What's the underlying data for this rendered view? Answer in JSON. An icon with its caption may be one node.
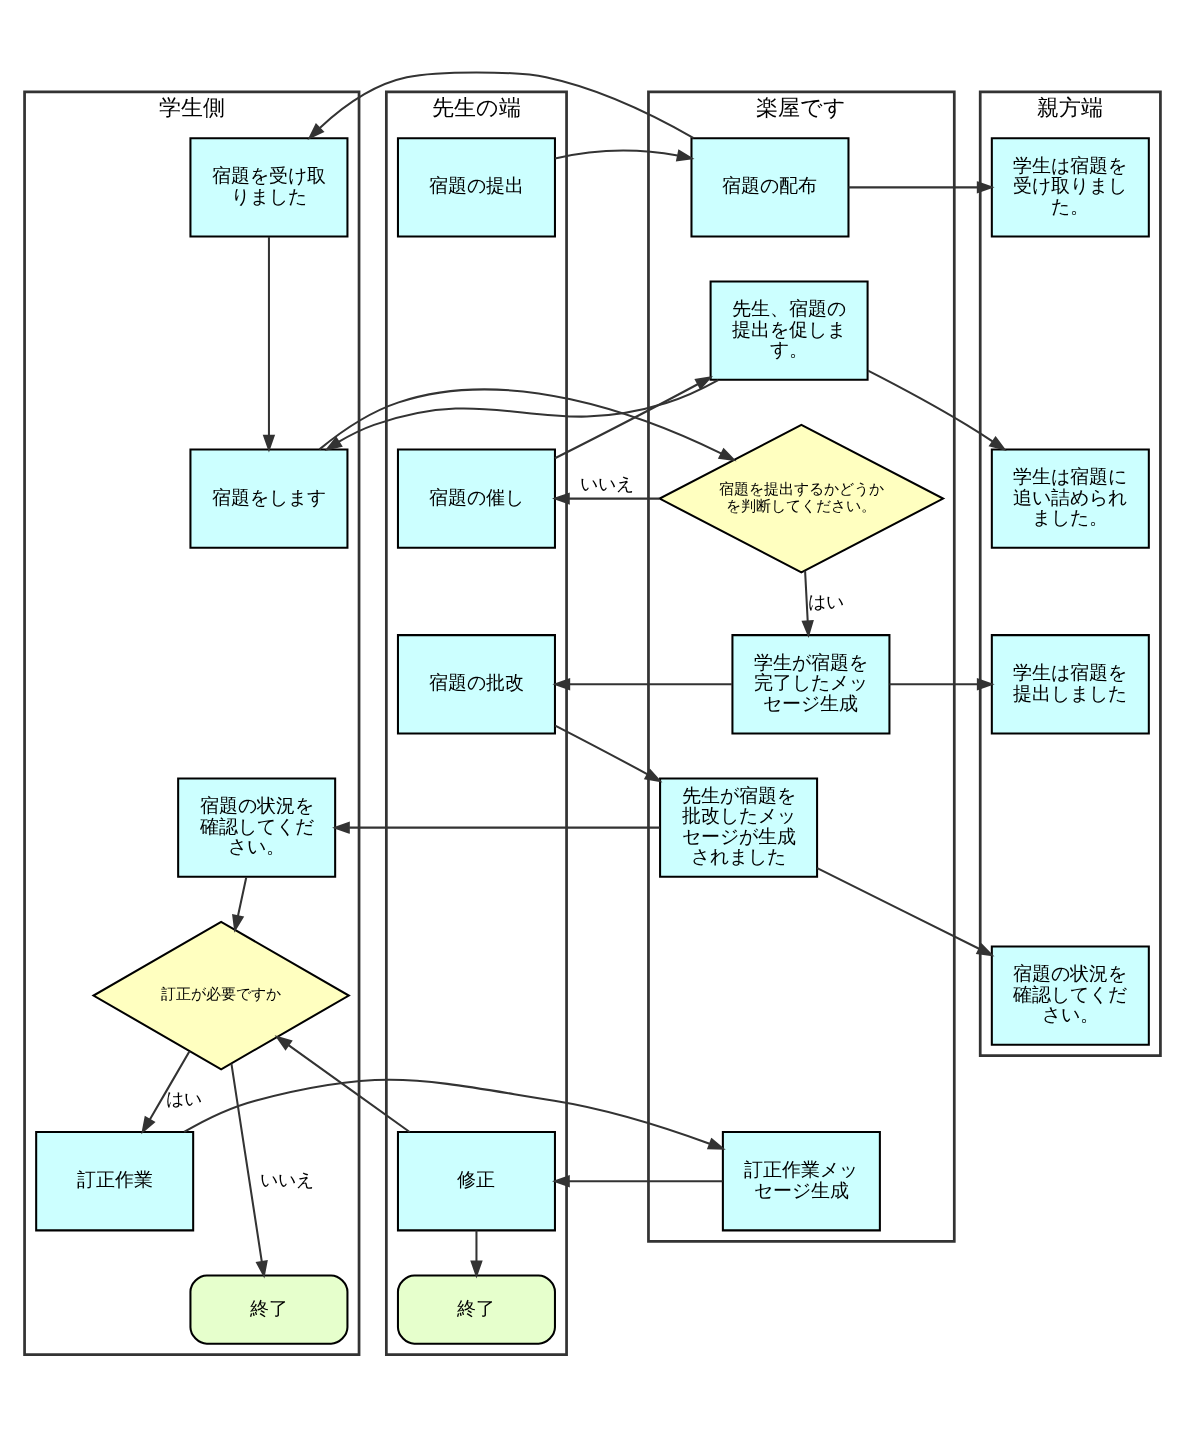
{
  "diagram": {
    "nodes": [
      {
        "text": [
          "先生の端"
        ]
      },
      {
        "text": [
          "楽屋です"
        ]
      },
      {
        "text": [
          "学生側"
        ]
      },
      {
        "text": [
          "親方端"
        ]
      },
      {
        "text": [
          "宿題の提出"
        ],
        "in": 0
      },
      {
        "text": [
          "宿題の配布"
        ],
        "in": 1
      },
      {
        "text": [
          "宿題を受け取りました"
        ],
        "in": 2
      },
      {
        "text": [
          "学生は宿題を受け取りました。"
        ],
        "in": 3
      },
      {
        "text": [
          "先生、宿題の提出を促します。"
        ],
        "in": 1
      },
      {
        "text": [
          "宿題の催し"
        ],
        "in": 0
      },
      {
        "text": [
          "宿題を提出するかどうかを判断してください。"
        ],
        "in": 1
      },
      {
        "text": [
          "宿題をします"
        ],
        "in": 2
      },
      {
        "text": [
          "学生は宿題に追い詰められました。"
        ],
        "in": 3
      },
      {
        "text": [
          "宿題の批改"
        ],
        "in": 0
      },
      {
        "text": [
          "学生が宿題を完了したメッセージ生成"
        ],
        "in": 1
      },
      {
        "text": [
          "学生は宿題を提出しました"
        ],
        "in": 3
      },
      {
        "text": [
          "先生が宿題を批改したメッセージが生成されました"
        ],
        "in": 1
      },
      {
        "text": [
          "宿題の状況を確認してください。"
        ],
        "in": 2
      },
      {
        "text": [
          "宿題の状況を確認してください。"
        ],
        "in": 3
      },
      {
        "text": [
          "訂正が必要ですか"
        ],
        "in": 2
      },
      {
        "text": [
          "修正"
        ],
        "in": 0
      },
      {
        "text": [
          "訂正作業メッセージ生成"
        ],
        "in": 1
      },
      {
        "text": [
          "訂正作業"
        ],
        "in": 2
      },
      {
        "text": [
          "終了"
        ],
        "in": 0
      },
      {
        "text": [
          "終了"
        ],
        "in": 2
      }
    ],
    "edges": [
      {
        "from": 4,
        "to": 5,
        "arrow": "to"
      },
      {
        "from": 5,
        "to": 6,
        "arrow": "to"
      },
      {
        "from": 5,
        "to": 7,
        "arrow": "to"
      },
      {
        "from": 6,
        "to": 11,
        "arrow": "to"
      },
      {
        "from": 8,
        "to": 12,
        "arrow": "to"
      },
      {
        "from": 8,
        "to": 11,
        "arrow": "to"
      },
      {
        "from": 9,
        "to": 8,
        "arrow": "to"
      },
      {
        "from": 11,
        "to": 10,
        "arrow": "to"
      },
      {
        "from": 10,
        "to": 9,
        "arrow": "to",
        "label": "いいえ"
      },
      {
        "from": 10,
        "to": 14,
        "arrow": "to",
        "label": "はい"
      },
      {
        "from": 14,
        "to": 13,
        "arrow": "to"
      },
      {
        "from": 14,
        "to": 15,
        "arrow": "to"
      },
      {
        "from": 13,
        "to": 16,
        "arrow": "to"
      },
      {
        "from": 16,
        "to": 17,
        "arrow": "to"
      },
      {
        "from": 16,
        "to": 18,
        "arrow": "to"
      },
      {
        "from": 17,
        "to": 19,
        "arrow": "to"
      },
      {
        "from": 19,
        "to": 22,
        "arrow": "to",
        "label": "はい"
      },
      {
        "from": 19,
        "to": 24,
        "arrow": "to",
        "label": "いいえ"
      },
      {
        "from": 22,
        "to": 21,
        "arrow": "to"
      },
      {
        "from": 21,
        "to": 20,
        "arrow": "to"
      },
      {
        "from": 20,
        "to": 19,
        "arrow": "to"
      },
      {
        "from": 20,
        "to": 23,
        "arrow": "to"
      }
    ]
  }
}
